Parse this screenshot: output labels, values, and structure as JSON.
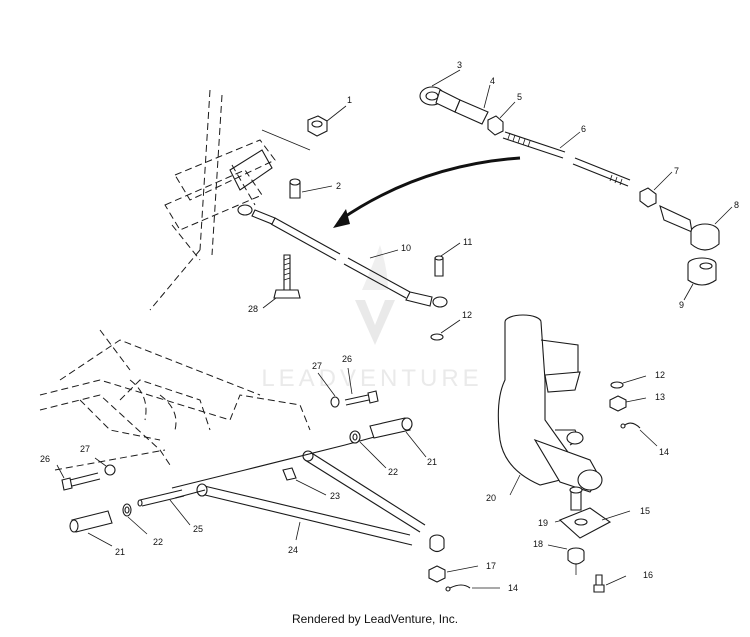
{
  "watermark": "LEADVENTURE",
  "footer": "Rendered by LeadVenture, Inc.",
  "callouts": [
    "1",
    "2",
    "3",
    "4",
    "5",
    "6",
    "7",
    "8",
    "9",
    "10",
    "11",
    "12",
    "12",
    "13",
    "14",
    "14",
    "15",
    "16",
    "17",
    "18",
    "19",
    "20",
    "21",
    "21",
    "22",
    "22",
    "23",
    "24",
    "25",
    "26",
    "26",
    "27",
    "27",
    "28"
  ]
}
